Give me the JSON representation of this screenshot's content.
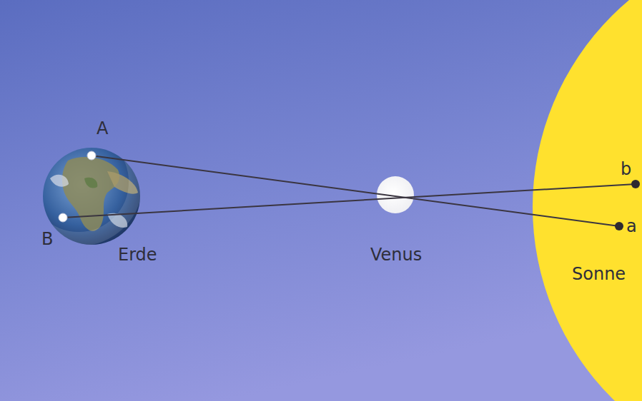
{
  "diagram": {
    "labels": [
      "A",
      "B",
      "Erde",
      "Venus",
      "b",
      "a",
      "Sonne"
    ]
  }
}
